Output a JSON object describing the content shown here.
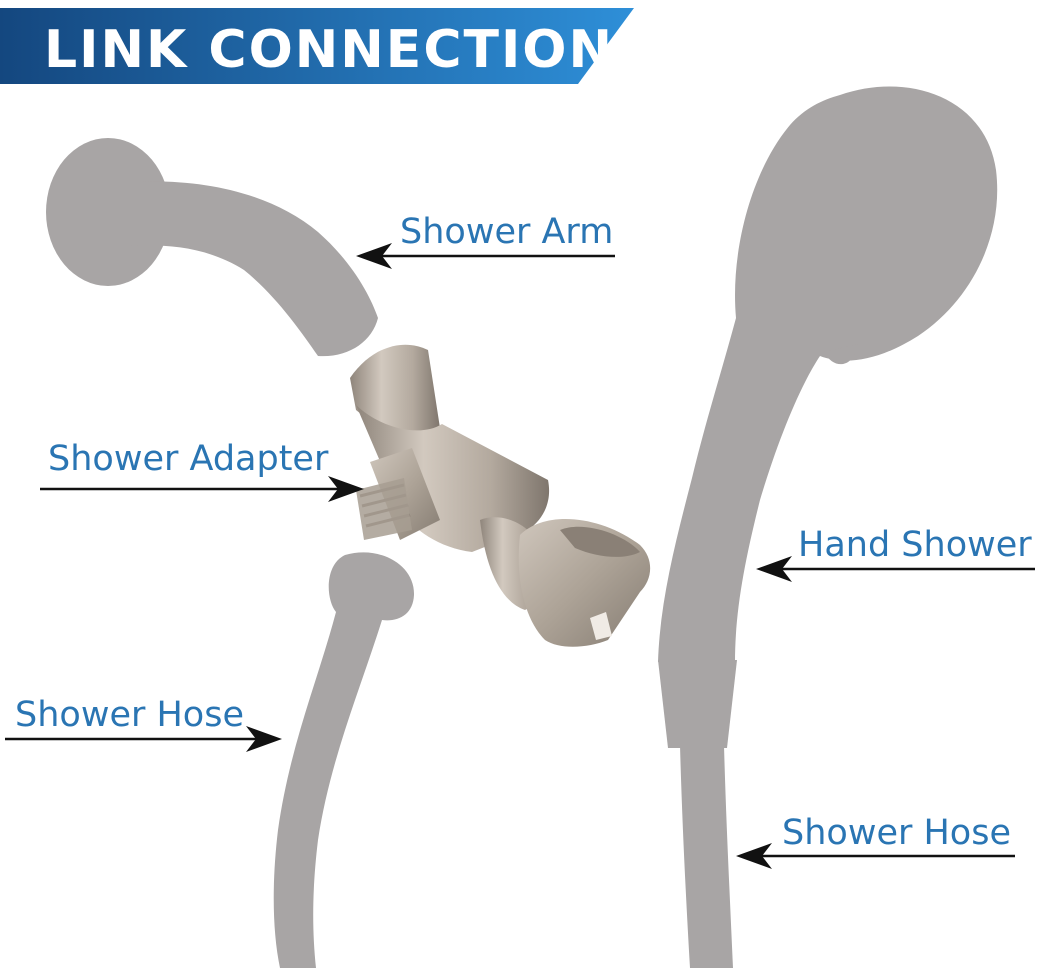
{
  "banner": {
    "title": "LINK CONNECTION",
    "gradient_start": "#14477f",
    "gradient_end": "#2e8fd8"
  },
  "callouts": {
    "shower_arm": "Shower Arm",
    "shower_adapter": "Shower Adapter",
    "hand_shower": "Hand Shower",
    "shower_hose_left": "Shower Hose",
    "shower_hose_right": "Shower Hose"
  },
  "colors": {
    "label_text": "#2a75b3",
    "silhouette": "#a8a5a5",
    "arrow": "#111111",
    "metal": "#b8ada2"
  }
}
